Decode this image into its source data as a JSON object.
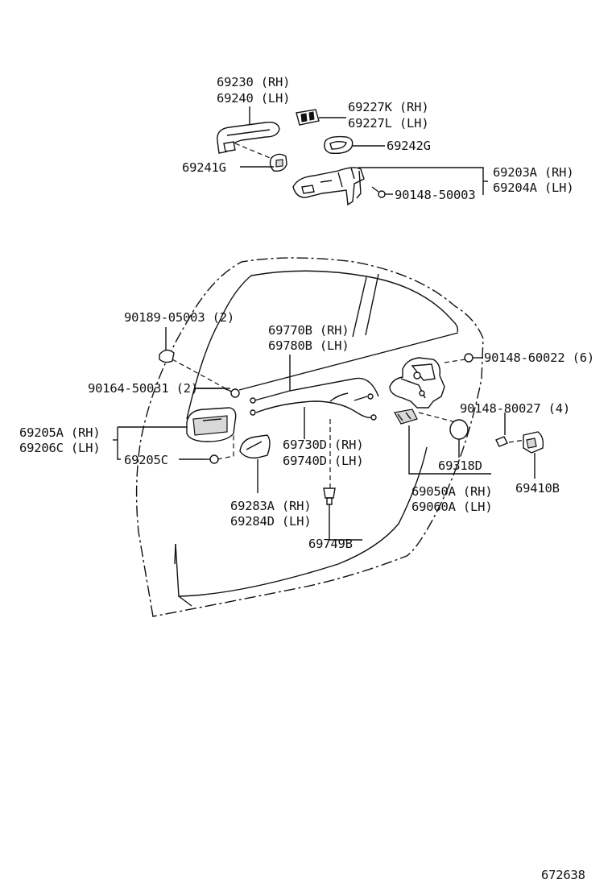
{
  "labels": {
    "p69230": "69230 (RH)",
    "p69240": "69240 (LH)",
    "p69227K": "69227K (RH)",
    "p69227L": "69227L (LH)",
    "p69242G": "69242G",
    "p69241G": "69241G",
    "p69203A": "69203A (RH)",
    "p69204A": "69204A (LH)",
    "p90148_50003": "90148-50003",
    "p90189": "90189-05003 (2)",
    "p69770B": "69770B (RH)",
    "p69780B": "69780B (LH)",
    "p90148_60022": "90148-60022 (6)",
    "p90164": "90164-50031 (2)",
    "p90148_80027": "90148-80027 (4)",
    "p69205A": "69205A (RH)",
    "p69206C": "69206C (LH)",
    "p69205C": "69205C",
    "p69730D": "69730D (RH)",
    "p69740D": "69740D (LH)",
    "p69318D": "69318D",
    "p69050A": "69050A (RH)",
    "p69060A": "69060A (LH)",
    "p69410B": "69410B",
    "p69283A": "69283A (RH)",
    "p69284D": "69284D (LH)",
    "p69749B": "69749B",
    "diagram_id": "672638"
  },
  "colors": {
    "ink": "#111111",
    "background": "#ffffff"
  }
}
